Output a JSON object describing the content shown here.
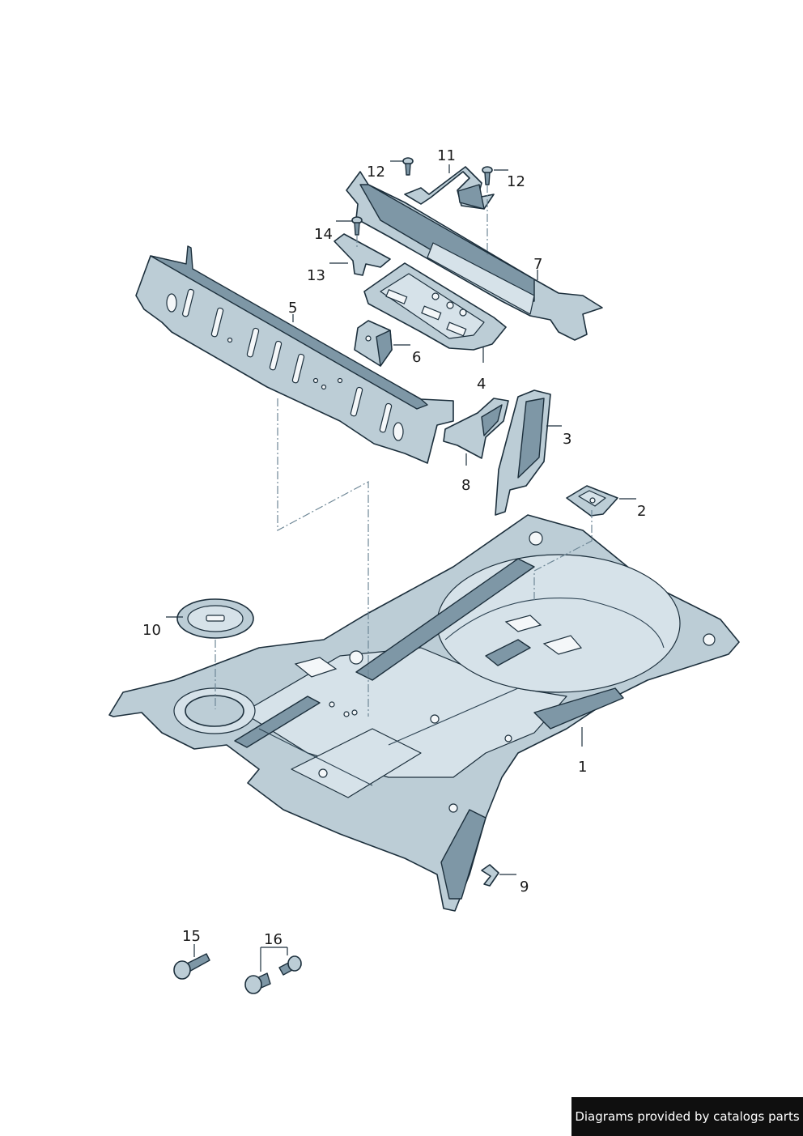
{
  "callouts": {
    "c1": "1",
    "c2": "2",
    "c3": "3",
    "c4": "4",
    "c5": "5",
    "c6": "6",
    "c7": "7",
    "c8": "8",
    "c9": "9",
    "c10": "10",
    "c11": "11",
    "c12a": "12",
    "c12b": "12",
    "c13": "13",
    "c14": "14",
    "c15": "15",
    "c16": "16"
  },
  "credit": "Diagrams provided by catalogs parts"
}
